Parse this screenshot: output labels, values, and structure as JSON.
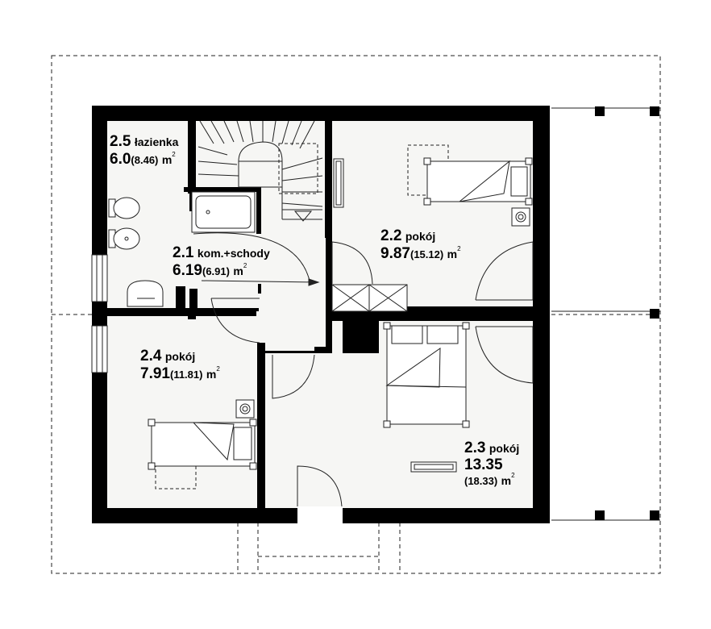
{
  "colors": {
    "wall": "#000000",
    "floor": "#f6f6f4",
    "stroke": "#1a1a1a",
    "background": "#ffffff"
  },
  "rooms": [
    {
      "id": "lazienka",
      "code": "2.5",
      "name": "łazienka",
      "area": "6.0",
      "total": "(8.46)",
      "unit": "m",
      "exp": "2"
    },
    {
      "id": "komunikacja",
      "code": "2.1",
      "name": "kom.+schody",
      "area": "6.19",
      "total": "(6.91)",
      "unit": "m",
      "exp": "2"
    },
    {
      "id": "pokoj-22",
      "code": "2.2",
      "name": "pokój",
      "area": "9.87",
      "total": "(15.12)",
      "unit": "m",
      "exp": "2"
    },
    {
      "id": "pokoj-24",
      "code": "2.4",
      "name": "pokój",
      "area": "7.91",
      "total": "(11.81)",
      "unit": "m",
      "exp": "2"
    },
    {
      "id": "pokoj-23",
      "code": "2.3",
      "name": "pokój",
      "area": "13.35",
      "total": "(18.33)",
      "unit": "m",
      "exp": "2"
    }
  ]
}
